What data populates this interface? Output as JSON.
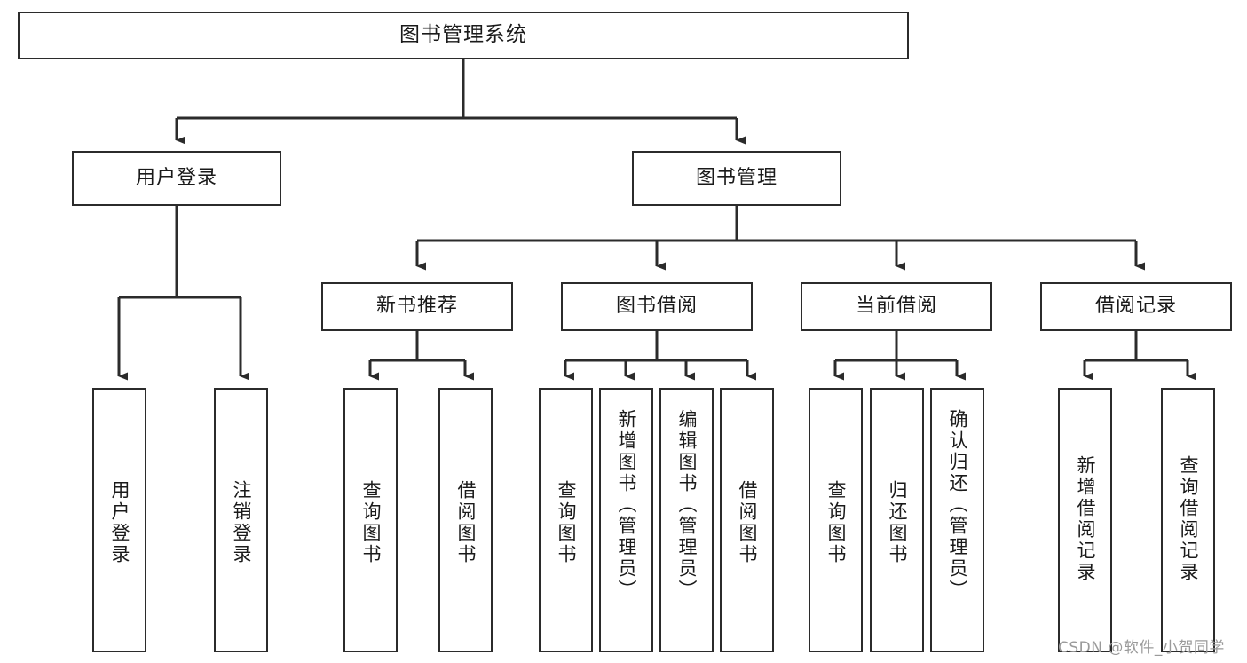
{
  "diagram": {
    "title": "图书管理系统",
    "root": {
      "label": "图书管理系统"
    },
    "level2": [
      {
        "label": "用户登录"
      },
      {
        "label": "图书管理"
      }
    ],
    "level3": [
      {
        "label": "新书推荐"
      },
      {
        "label": "图书借阅"
      },
      {
        "label": "当前借阅"
      },
      {
        "label": "借阅记录"
      }
    ],
    "leaves": {
      "user_login": [
        {
          "label": "用户登录"
        },
        {
          "label": "注销登录"
        }
      ],
      "new_book_rec": [
        {
          "label": "查询图书"
        },
        {
          "label": "借阅图书"
        }
      ],
      "book_borrow": [
        {
          "label": "查询图书"
        },
        {
          "label": "新增图书（管理员）"
        },
        {
          "label": "编辑图书（管理员）"
        },
        {
          "label": "借阅图书"
        }
      ],
      "current_borrow": [
        {
          "label": "查询图书"
        },
        {
          "label": "归还图书"
        },
        {
          "label": "确认归还（管理员）"
        }
      ],
      "borrow_record": [
        {
          "label": "新增借阅记录"
        },
        {
          "label": "查询借阅记录"
        }
      ]
    }
  },
  "watermark": {
    "text": "CSDN @软件_小贺同学"
  },
  "colors": {
    "stroke": "#2b2b2b",
    "background": "#ffffff",
    "text": "#1a1a1a",
    "watermark": "#9a9a9a"
  }
}
